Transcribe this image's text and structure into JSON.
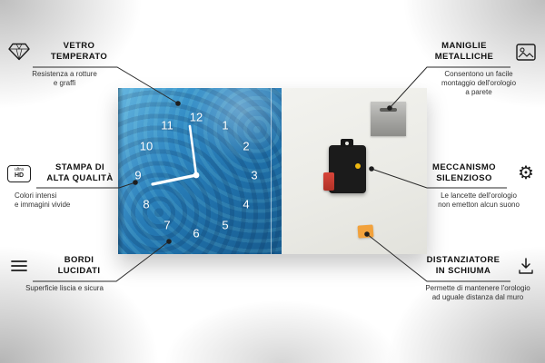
{
  "clock": {
    "numbers": [
      "12",
      "1",
      "2",
      "3",
      "4",
      "5",
      "6",
      "7",
      "8",
      "9",
      "10",
      "11"
    ]
  },
  "features": {
    "vetro": {
      "title1": "VETRO",
      "title2": "TEMPERATO",
      "desc1": "Resistenza a rotture",
      "desc2": "e graffi"
    },
    "stampa": {
      "title1": "STAMPA DI",
      "title2": "ALTA QUALITÀ",
      "desc1": "Colori intensi",
      "desc2": "e immagini vivide",
      "icon_label1": "ultra",
      "icon_label2": "HD"
    },
    "bordi": {
      "title1": "BORDI",
      "title2": "LUCIDATI",
      "desc1": "Superficie liscia e sicura"
    },
    "maniglie": {
      "title1": "MANIGLIE",
      "title2": "METALLICHE",
      "desc1": "Consentono un facile",
      "desc2": "montaggio dell'orologio",
      "desc3": "a parete"
    },
    "meccanismo": {
      "title1": "MECCANISMO",
      "title2": "SILENZIOSO",
      "desc1": "Le lancette dell'orologio",
      "desc2": "non emetton alcun suono"
    },
    "distanziatore": {
      "title1": "DISTANZIATORE",
      "title2": "IN SCHIUMA",
      "desc1": "Permette di mantenere l'orologio",
      "desc2": "ad uguale distanza dal muro"
    }
  },
  "icons": {
    "gear": "⚙"
  },
  "colors": {
    "front_blue": "#2e86c1",
    "back_gray": "#ebebe6",
    "spacer_orange": "#f2a23c",
    "battery_red": "#c0392b",
    "line": "#2a2a2a"
  }
}
